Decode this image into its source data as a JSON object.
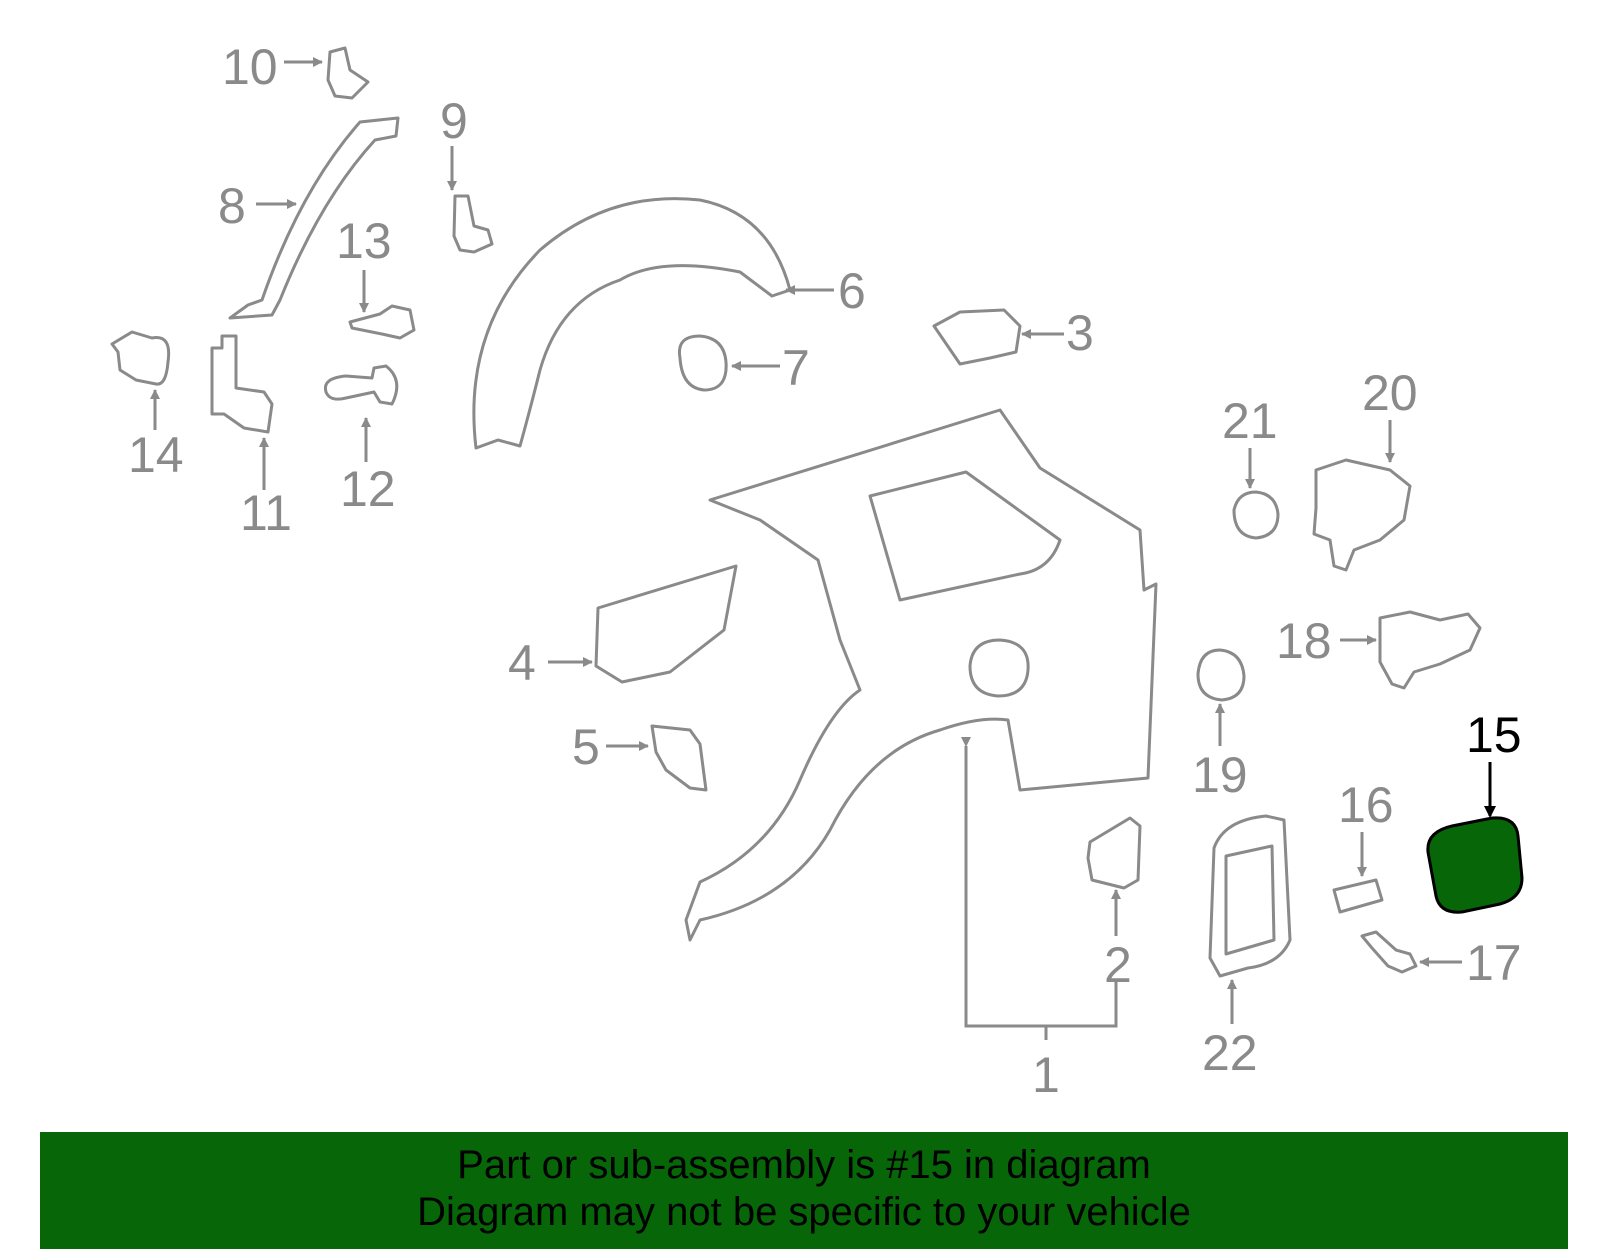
{
  "colors": {
    "line": "#8a8a8a",
    "highlight": "#000000",
    "highlight_fill": "#076607",
    "footer_bg": "#076607"
  },
  "highlighted_part": "15",
  "callouts": [
    "1",
    "2",
    "3",
    "4",
    "5",
    "6",
    "7",
    "8",
    "9",
    "10",
    "11",
    "12",
    "13",
    "14",
    "15",
    "16",
    "17",
    "18",
    "19",
    "20",
    "21",
    "22"
  ],
  "footer": {
    "line1": "Part or sub-assembly is #15 in diagram",
    "line2": "Diagram may not be specific to your vehicle"
  }
}
